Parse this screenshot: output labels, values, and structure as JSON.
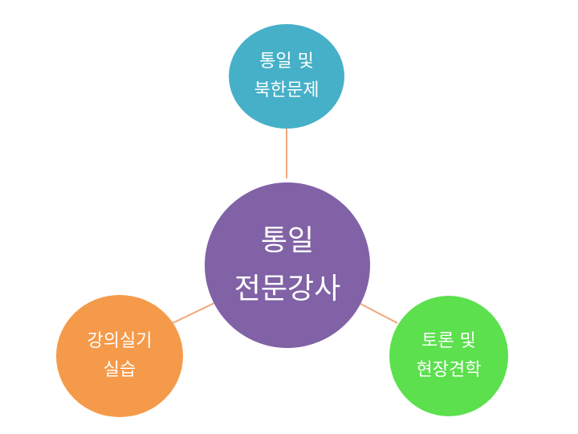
{
  "center": {
    "line1": "통일",
    "line2": "전문강사",
    "color": "#8162a6"
  },
  "top": {
    "line1": "통일 및",
    "line2": "북한문제",
    "color": "#46b0c8"
  },
  "left": {
    "line1": "강의실기",
    "line2": "실습",
    "color": "#f59a4a"
  },
  "right": {
    "line1": "토론 및",
    "line2": "현장견학",
    "color": "#5ce04e"
  },
  "connector_color": "#f0a878"
}
